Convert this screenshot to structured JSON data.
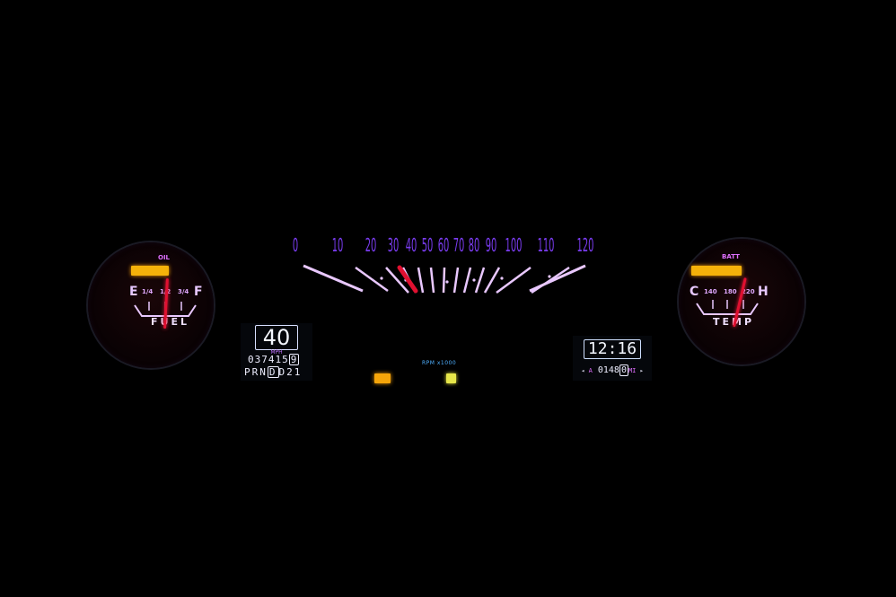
{
  "speedometer": {
    "scale": [
      "0",
      "10",
      "20",
      "30",
      "40",
      "50",
      "60",
      "70",
      "80",
      "90",
      "100",
      "110",
      "120"
    ],
    "needle_value": 40,
    "colors": {
      "scale": "#7a3cf0",
      "tick": "#e9c8ff",
      "needle": "#e01030"
    }
  },
  "fuel_gauge": {
    "title": "FUEL",
    "warning": "OIL",
    "left_mark": "E",
    "right_mark": "F",
    "marks": [
      "1/4",
      "1/2",
      "3/4"
    ],
    "level": 0.55
  },
  "temp_gauge": {
    "title": "TEMP",
    "warning": "BATT",
    "left_mark": "C",
    "right_mark": "H",
    "marks": [
      "140",
      "180",
      "220"
    ],
    "level": 0.72
  },
  "speed_display": {
    "speed": "40",
    "unit": "MPH",
    "odometer": "037415",
    "odometer_tenth": "9",
    "gears_before": "PRN",
    "gear_selected": "D",
    "gears_after": "D21"
  },
  "clock_display": {
    "time": "12:16",
    "trip_label": "A",
    "trip": "0148",
    "trip_tenth": "0",
    "trip_unit": "MI"
  },
  "tach": {
    "label": "RPM x1000"
  },
  "colors": {
    "indicator_amber": "#f5a50a",
    "indicator_yellow": "#e6e64a",
    "accent_purple": "#e070ff"
  }
}
